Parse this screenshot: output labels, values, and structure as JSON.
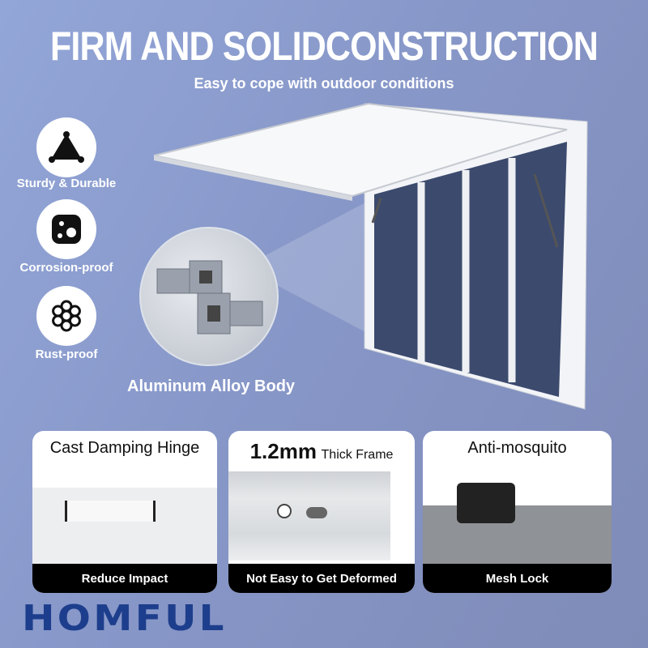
{
  "header": {
    "title": "FIRM AND SOLIDCONSTRUCTION",
    "subtitle": "Easy to cope with outdoor conditions"
  },
  "features": [
    {
      "icon": "triangle-icon",
      "label": "Sturdy & Durable"
    },
    {
      "icon": "corrosion-icon",
      "label": "Corrosion-proof"
    },
    {
      "icon": "gear-icon",
      "label": "Rust-proof"
    }
  ],
  "material_label": "Aluminum Alloy Body",
  "cards": [
    {
      "title": "Cast Damping Hinge",
      "caption": "Reduce Impact"
    },
    {
      "title_big": "1.2mm",
      "title_small": "Thick Frame",
      "caption": "Not Easy to Get Deformed"
    },
    {
      "title": "Anti-mosquito",
      "caption": "Mesh Lock"
    }
  ],
  "brand": "HOMFUL"
}
